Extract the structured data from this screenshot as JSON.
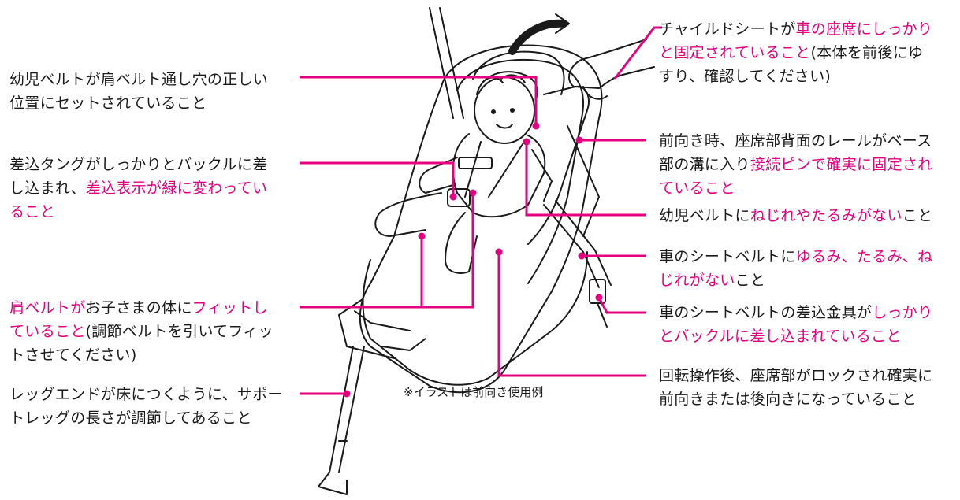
{
  "accent_color": "#e4007f",
  "callouts": [
    {
      "id": "shoulder-belt-slot",
      "lines": [
        [
          {
            "t": "幼児ベルトが肩ベルト通し穴の正しい",
            "hl": false
          }
        ],
        [
          {
            "t": "位置にセットされていること",
            "hl": false
          }
        ]
      ]
    },
    {
      "id": "buckle-tongue",
      "lines": [
        [
          {
            "t": "差込タングがしっかりとバックルに差",
            "hl": false
          }
        ],
        [
          {
            "t": "し込まれ、",
            "hl": false
          },
          {
            "t": "差込表示が緑に変わってい",
            "hl": true
          }
        ],
        [
          {
            "t": "ること",
            "hl": true
          }
        ]
      ]
    },
    {
      "id": "shoulder-belt-fit",
      "lines": [
        [
          {
            "t": "肩ベルトが",
            "hl": true
          },
          {
            "t": "お子さまの体に",
            "hl": false
          },
          {
            "t": "フィットし",
            "hl": true
          }
        ],
        [
          {
            "t": "ていること",
            "hl": true
          },
          {
            "t": "(調節ベルトを引いてフィッ",
            "hl": false
          }
        ],
        [
          {
            "t": "トさせてください)",
            "hl": false
          }
        ]
      ]
    },
    {
      "id": "support-leg",
      "lines": [
        [
          {
            "t": "レッグエンドが床につくように、サポー",
            "hl": false
          }
        ],
        [
          {
            "t": "トレッグの長さが調節してあること",
            "hl": false
          }
        ]
      ]
    },
    {
      "id": "seat-secured",
      "lines": [
        [
          {
            "t": "チャイルドシートが",
            "hl": false
          },
          {
            "t": "車の座席にしっかり",
            "hl": true
          }
        ],
        [
          {
            "t": "と固定されていること",
            "hl": true
          },
          {
            "t": "(本体を前後にゆ",
            "hl": false
          }
        ],
        [
          {
            "t": "すり、確認してください)",
            "hl": false
          }
        ]
      ]
    },
    {
      "id": "rail-pin",
      "lines": [
        [
          {
            "t": "前向き時、座席部背面のレールがベース",
            "hl": false
          }
        ],
        [
          {
            "t": "部の溝に入り",
            "hl": false
          },
          {
            "t": "接続ピンで確実に固定され",
            "hl": true
          }
        ],
        [
          {
            "t": "ていること",
            "hl": true
          }
        ]
      ]
    },
    {
      "id": "harness-no-twist",
      "lines": [
        [
          {
            "t": "幼児ベルトに",
            "hl": false
          },
          {
            "t": "ねじれやたるみがない",
            "hl": true
          },
          {
            "t": "こと",
            "hl": false
          }
        ]
      ]
    },
    {
      "id": "vehicle-belt-slack",
      "lines": [
        [
          {
            "t": "車のシートベルトに",
            "hl": false
          },
          {
            "t": "ゆるみ、たるみ、ね",
            "hl": true
          }
        ],
        [
          {
            "t": "じれがない",
            "hl": true
          },
          {
            "t": "こと",
            "hl": false
          }
        ]
      ]
    },
    {
      "id": "vehicle-belt-buckle",
      "lines": [
        [
          {
            "t": "車のシートベルトの差込金具が",
            "hl": false
          },
          {
            "t": "しっかり",
            "hl": true
          }
        ],
        [
          {
            "t": "とバックルに差し込まれていること",
            "hl": true
          }
        ]
      ]
    },
    {
      "id": "rotation-lock",
      "lines": [
        [
          {
            "t": "回転操作後、座席部がロックされ確実に",
            "hl": false
          }
        ],
        [
          {
            "t": "前向きまたは後向きになっていること",
            "hl": false
          }
        ]
      ]
    }
  ],
  "note": "※イラストは前向き使用例"
}
